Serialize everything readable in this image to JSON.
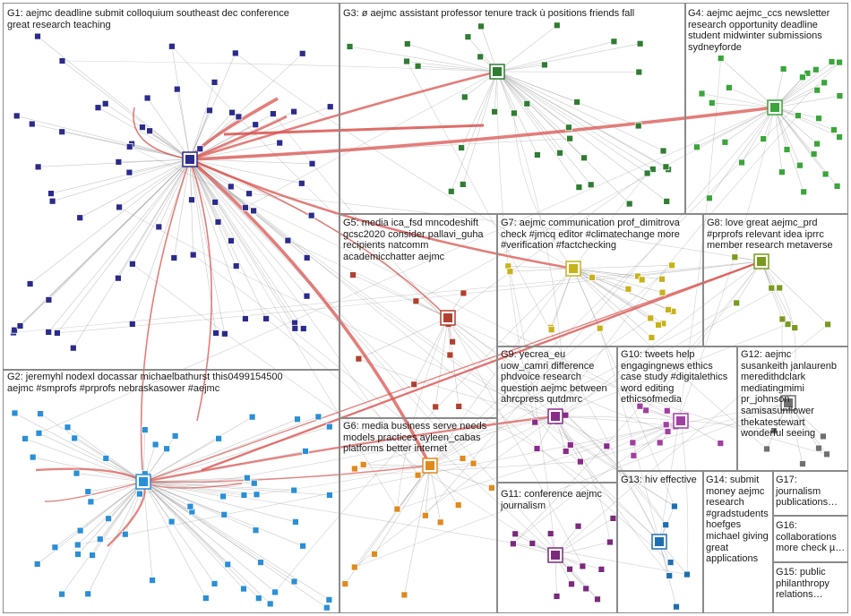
{
  "groups": [
    {
      "id": "G1",
      "lines": [
        "G1: aejmc deadline submit colloquium southeast dec conference",
        "great research teaching"
      ]
    },
    {
      "id": "G2",
      "lines": [
        "G2: jeremyhl nodexl docassar michaelbathurst this0499154500",
        "aejmc #smprofs #prprofs nebraskasower #aejmc"
      ]
    },
    {
      "id": "G3",
      "lines": [
        "G3: ø aejmc assistant professor tenure track ù positions friends fall"
      ]
    },
    {
      "id": "G4",
      "lines": [
        "G4: aejmc aejmc_ccs newsletter",
        "research opportunity deadline",
        "student midwinter submissions",
        "sydneyforde"
      ]
    },
    {
      "id": "G5",
      "lines": [
        "G5: media ica_fsd mncodeshift",
        "gcsc2020 consider pallavi_guha",
        "recipients natcomm",
        "academicchatter aejmc"
      ]
    },
    {
      "id": "G6",
      "lines": [
        "G6: media business serve needs",
        "models practices ayleen_cabas",
        "platforms better internet"
      ]
    },
    {
      "id": "G7",
      "lines": [
        "G7: aejmc communication prof_dimitrova",
        "check #jmcq editor #climatechange more",
        "#verification #factchecking"
      ]
    },
    {
      "id": "G8",
      "lines": [
        "G8: love great aejmc_prd",
        "#prprofs relevant idea iprrc",
        "member research metaverse"
      ]
    },
    {
      "id": "G9",
      "lines": [
        "G9: yecrea_eu",
        "uow_camri difference",
        "phdvoice research",
        "question aejmc between",
        "ahrcpress qutdmrc"
      ]
    },
    {
      "id": "G10",
      "lines": [
        "G10: tweets help",
        "engagingnews ethics",
        "case study #digitalethics",
        "word editing",
        "ethicsofmedia"
      ]
    },
    {
      "id": "G11",
      "lines": [
        "G11: conference aejmc",
        "journalism"
      ]
    },
    {
      "id": "G12",
      "lines": [
        "G12: aejmc",
        "susankeith janlaurenb",
        "meredithdclark",
        "mediatingmimi",
        "pr_johnson",
        "samisasunflower",
        "thekatestewart",
        "wonderful seeing"
      ]
    },
    {
      "id": "G13",
      "lines": [
        "G13: hiv effective"
      ]
    },
    {
      "id": "G14",
      "lines": [
        "G14: submit",
        "money aejmc",
        "research",
        "#gradstudents",
        "hoefges",
        "michael giving",
        "great",
        "applications"
      ]
    },
    {
      "id": "G15",
      "lines": [
        "G15: public",
        "philanthropy",
        "relations…"
      ]
    },
    {
      "id": "G16",
      "lines": [
        "G16:",
        "collaborations",
        "more check µ…"
      ]
    },
    {
      "id": "G17",
      "lines": [
        "G17:",
        "journalism",
        "publications…"
      ]
    }
  ],
  "colors": {
    "panel_border": "#8a8a8a",
    "edge_gray": "#9a9a9a",
    "edge_red": "#d9534f",
    "G1": "#2b2b8c",
    "G2": "#2a8fd6",
    "G3": "#2f7d32",
    "G4": "#3aa53a",
    "G5": "#b04030",
    "G6": "#e08a1e",
    "G7": "#c8b21a",
    "G8": "#7a9a20",
    "G9": "#8a2a8a",
    "G10": "#a040a0",
    "G11": "#7a2a7a",
    "G12": "#707070",
    "G13": "#1e6fb0"
  }
}
